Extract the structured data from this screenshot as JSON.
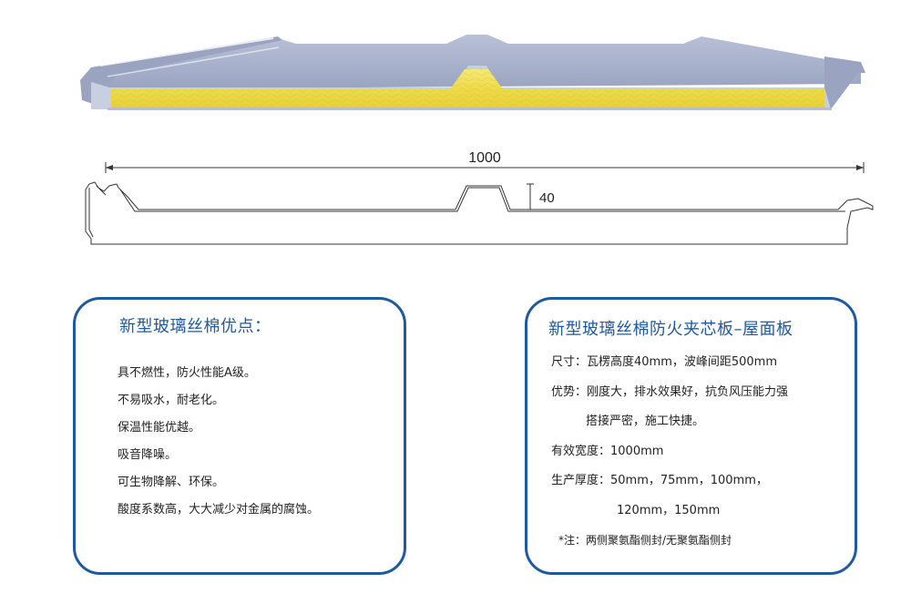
{
  "drawing": {
    "width_label": "1000",
    "height_label": "40"
  },
  "advantages_card": {
    "title": "新型玻璃丝棉优点：",
    "items": [
      "具不燃性，防火性能A级。",
      "不易吸水，耐老化。",
      "保温性能优越。",
      "吸音降噪。",
      "可生物降解、环保。",
      "酸度系数高，大大减少对金属的腐蚀。"
    ]
  },
  "spec_card": {
    "title": "新型玻璃丝棉防火夹芯板–屋面板",
    "size_line": "尺寸：瓦楞高度40mm，波峰间距500mm",
    "advantage_line_1": "优势：刚度大，排水效果好，抗负风压能力强",
    "advantage_line_2": "搭接严密，施工快捷。",
    "effective_width": "有效宽度：1000mm",
    "thickness_line_1": "生产厚度：50mm，75mm，100mm，",
    "thickness_line_2": "120mm，150mm",
    "note": "*注：两侧聚氨酯侧封/无聚氨酯侧封"
  },
  "colors": {
    "card_border": "#1f5a9e",
    "panel_steel": "#a9b3cc",
    "core_wool": "#f1df55"
  }
}
